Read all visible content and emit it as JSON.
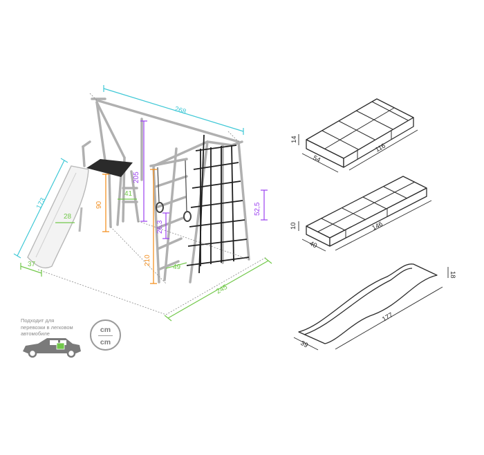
{
  "colors": {
    "frame": "#b5b5b5",
    "cyan": "#3ec8d6",
    "green": "#72c84a",
    "purple": "#9b3ff0",
    "orange": "#f39123",
    "dark": "#222222",
    "grey_text": "#555555"
  },
  "main_dims": {
    "top_length": "268",
    "frame_height": "205",
    "slide_length": "173",
    "slide_width": "28",
    "slide_foot": "37",
    "platform_depth": "41",
    "platform_height": "90",
    "ring_height": "26,3",
    "rung_spacing": "52,5",
    "total_height": "210",
    "net_width": "49",
    "total_length": "245"
  },
  "box1": {
    "height": "14",
    "depth": "54",
    "length": "116"
  },
  "box2": {
    "height": "10",
    "depth": "40",
    "length": "146"
  },
  "slide_part": {
    "height": "18",
    "width": "39",
    "length": "177"
  },
  "transport_note": [
    "Подходит для",
    "перевозки в легковом",
    "автомобиле"
  ],
  "units": {
    "top": "cm",
    "bottom": "cm"
  },
  "icons": {
    "car": "car-icon",
    "units": "units-badge"
  }
}
